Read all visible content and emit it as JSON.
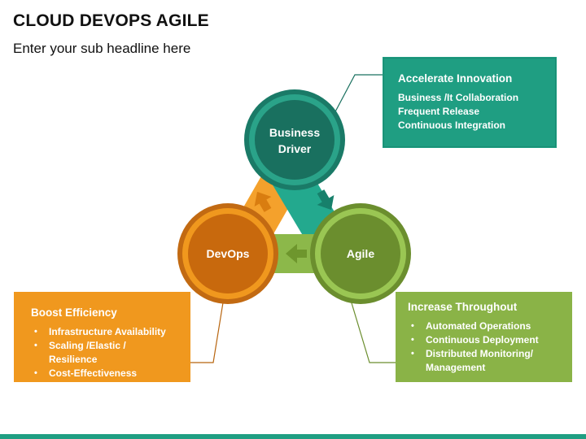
{
  "header": {
    "title": "CLOUD DEVOPS AGILE",
    "subtitle": "Enter your sub headline here"
  },
  "nodes": {
    "business": {
      "line1": "Business",
      "line2": "Driver",
      "color": "#19705f"
    },
    "devops": {
      "label": "DevOps",
      "color": "#c8690d"
    },
    "agile": {
      "label": "Agile",
      "color": "#6b8e2e"
    }
  },
  "boxes": {
    "innovation": {
      "heading": "Accelerate Innovation",
      "items": [
        "Business /It Collaboration",
        "Frequent Release",
        "Continuous Integration"
      ],
      "color": "#1f9e82"
    },
    "efficiency": {
      "heading": "Boost Efficiency",
      "items": [
        "Infrastructure Availability",
        "Scaling /Elastic / Resilience",
        "Cost-Effectiveness"
      ],
      "color": "#f0981e"
    },
    "throughout": {
      "heading": "Increase Throughout",
      "items": [
        "Automated Operations",
        "Continuous Deployment",
        "Distributed Monitoring/ Management"
      ],
      "color": "#8ab347"
    }
  }
}
